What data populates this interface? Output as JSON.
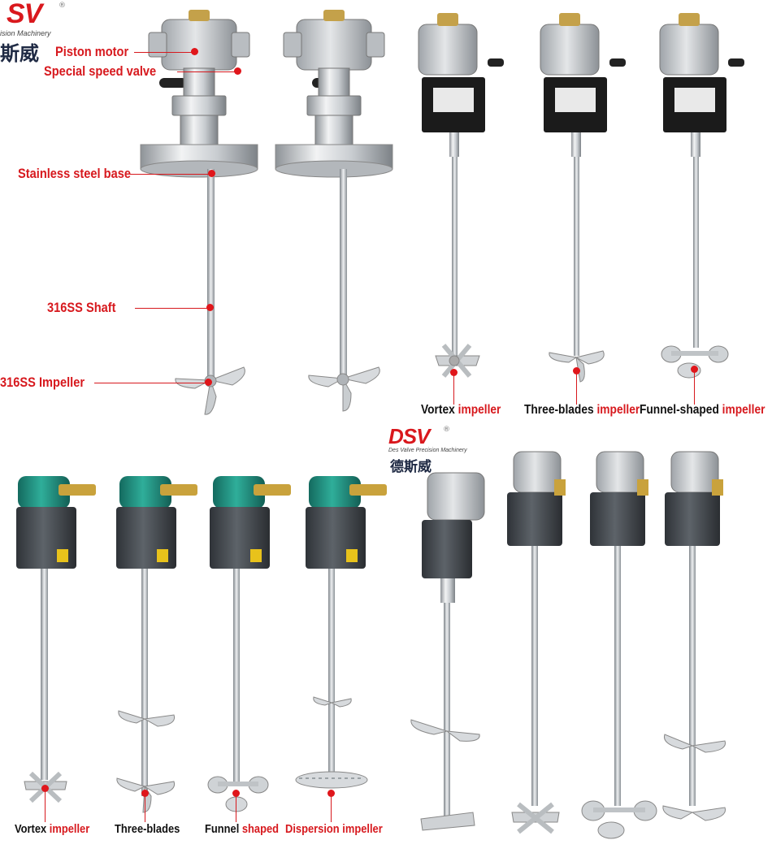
{
  "logo_top": {
    "brand": "SV",
    "subtitle": "ision Machinery",
    "chinese": "斯威",
    "registered": "®"
  },
  "logo_mid": {
    "brand": "DSV",
    "subtitle": "Des Valve Precision Machinery",
    "chinese": "德斯威",
    "registered": "®"
  },
  "panel_top_left": {
    "labels": {
      "piston_motor": "Piston motor",
      "speed_valve": "Special speed valve",
      "base": "Stainless steel base",
      "shaft": "316SS Shaft",
      "impeller": "316SS Impeller"
    }
  },
  "panel_top_right": {
    "captions": [
      {
        "word1": "Vortex",
        "word2": "impeller"
      },
      {
        "word1": "Three-blades",
        "word2": "impeller"
      },
      {
        "word1": "Funnel-shaped",
        "word2": "impeller"
      }
    ]
  },
  "panel_bottom_left": {
    "captions": [
      {
        "word1": "Vortex",
        "word2": "impeller"
      },
      {
        "word1": "Three-blades",
        "word2": ""
      },
      {
        "word1": "Funnel",
        "word2": "shaped"
      },
      {
        "word1": "Dispersion",
        "word2": "impeller"
      }
    ]
  },
  "colors": {
    "accent_red": "#d7191e",
    "motor_teal": "#1f8f7f",
    "motor_grey": "#4a4f55",
    "steel": "#c5c9cd",
    "mount_black": "#1b1b1b"
  }
}
